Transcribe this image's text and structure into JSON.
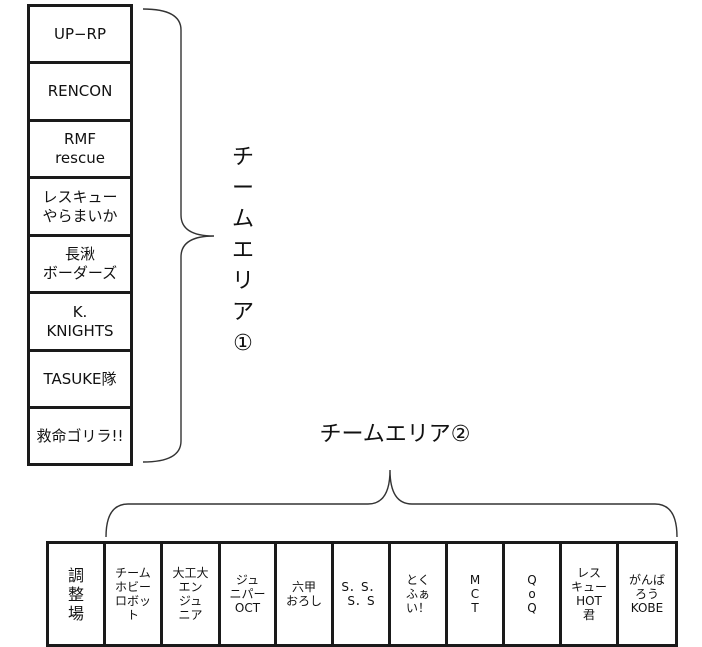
{
  "area1": {
    "label": "チ\nー\nム\nエ\nリ\nア\n①",
    "teams": [
      "UP−RP",
      "RENCON",
      "RMF\nrescue",
      "レスキュー\nやらまいか",
      "長湫\nボーダーズ",
      "K.\nKNIGHTS",
      "TASUKE隊",
      "救命ゴリラ!!"
    ]
  },
  "area2": {
    "label": "チームエリア②",
    "cells": [
      "調\n整\n場",
      "チーム\nホビー\nロボッ\nト",
      "大工大\nエン\nジュ\nニア",
      "ジュ\nニパー\nOCT",
      "六甲\nおろし",
      "S．S．\nS．S",
      "とく\nふぁ\nい！",
      "M\nC\nT",
      "Q\no\nQ",
      "レス\nキュー\nHOT\n君",
      "がんば\nろう\nKOBE"
    ]
  }
}
